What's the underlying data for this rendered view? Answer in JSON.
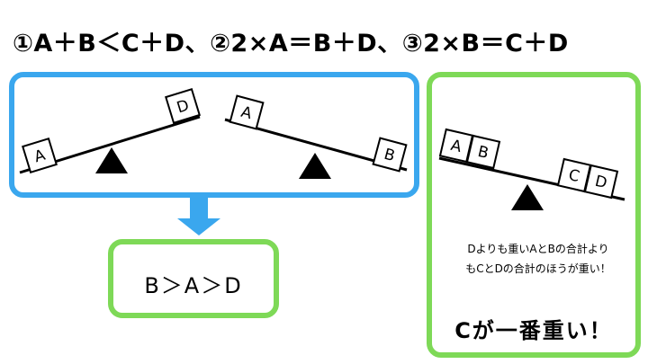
{
  "header": {
    "conditions": "①A＋B＜C＋D、②2×A＝B＋D、③2×B＝C＋D"
  },
  "left_panel": {
    "scale1": {
      "left_block": "A",
      "right_block": "D"
    },
    "scale2": {
      "left_block": "A",
      "right_block": "B"
    }
  },
  "result": {
    "text": "B＞A＞D"
  },
  "right_panel": {
    "left_blocks": [
      "A",
      "B"
    ],
    "right_blocks": [
      "C",
      "D"
    ],
    "note_line1": "Dよりも重いAとBの合計より",
    "note_line2": "もCとDの合計のほうが重い！",
    "conclusion": "Cが一番重い！"
  },
  "colors": {
    "blue_border": "#3aa7ee",
    "green_border": "#7ed957",
    "arrow": "#3aa7ee"
  }
}
